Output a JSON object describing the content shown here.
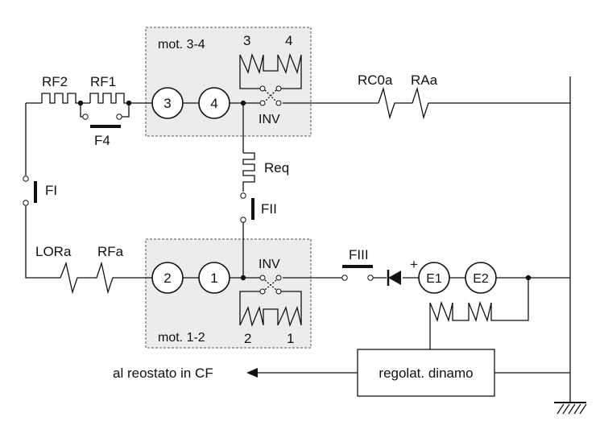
{
  "labels": {
    "rf2": "RF2",
    "rf1": "RF1",
    "f4": "F4",
    "mot34": "mot. 3-4",
    "m3_top": "3",
    "m4_top": "4",
    "inv_top": "INV",
    "rc0a": "RC0a",
    "raa": "RAa",
    "req": "Req",
    "fI": "FI",
    "fII": "FII",
    "lora": "LORa",
    "rfa": "RFa",
    "inv_bottom": "INV",
    "fIII": "FIII",
    "plus": "+",
    "mot12": "mot. 1-2",
    "m2_bottom": "2",
    "m1_bottom": "1",
    "regulator": "regolat. dinamo",
    "to_rheostat": "al reostato in CF"
  },
  "circles": {
    "c3": "3",
    "c4": "4",
    "c2": "2",
    "c1": "1",
    "e1": "E1",
    "e2": "E2"
  }
}
